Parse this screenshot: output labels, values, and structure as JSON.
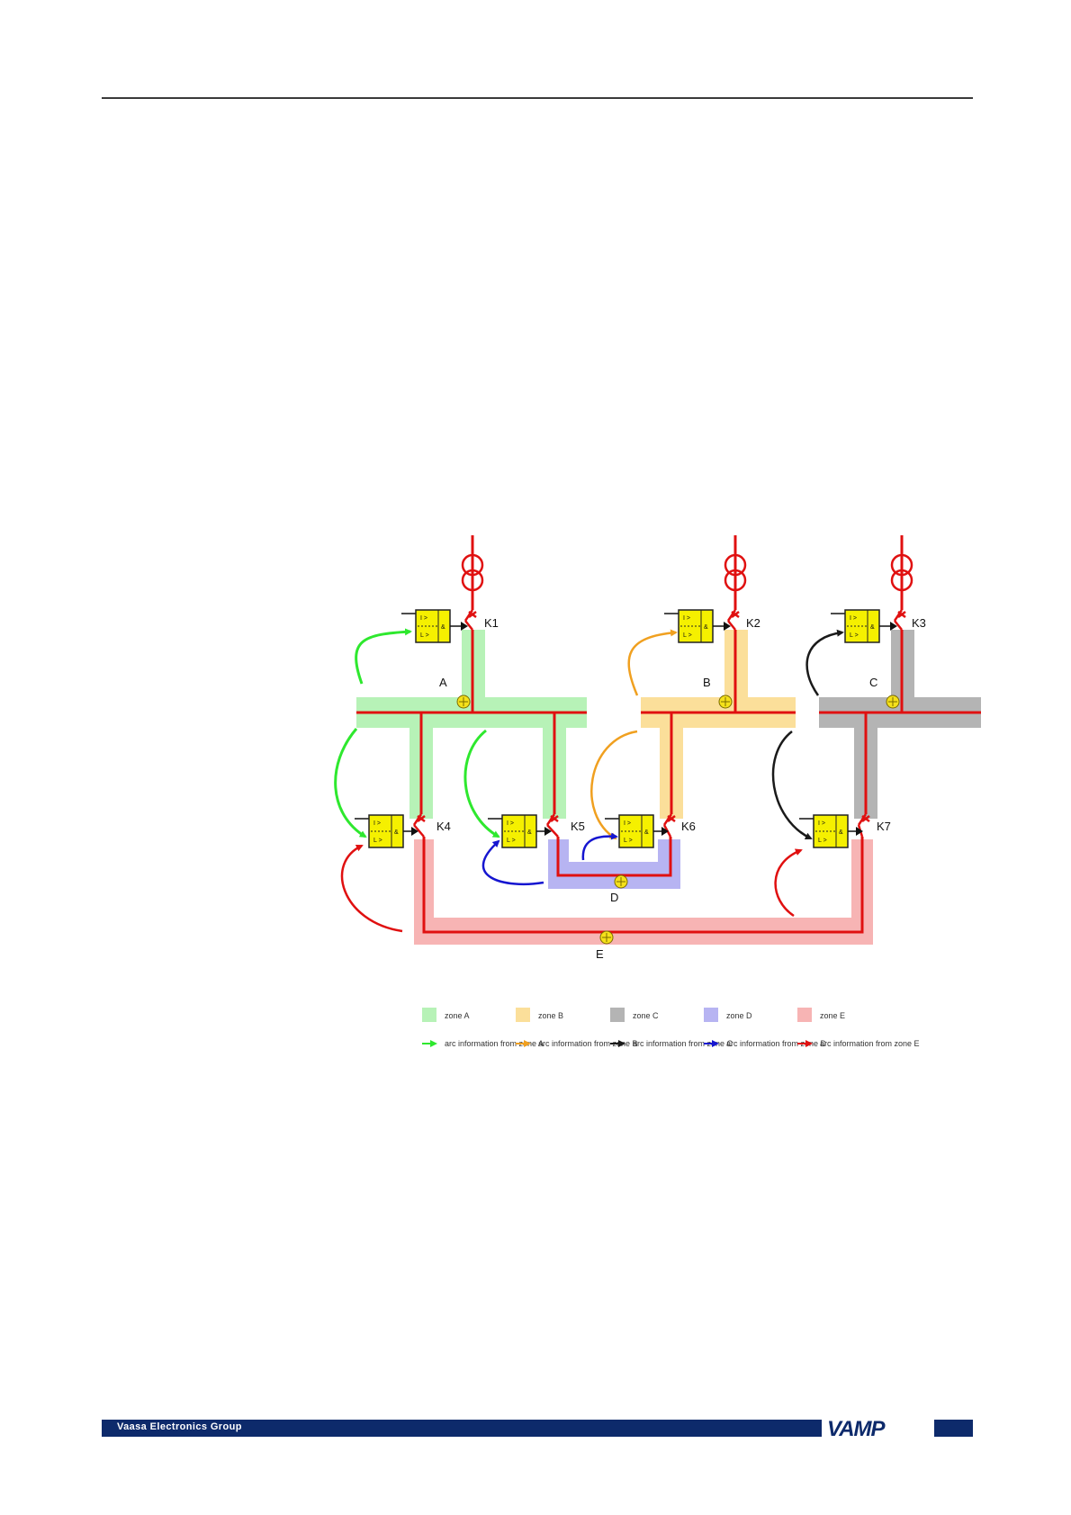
{
  "footer": {
    "company": "Vaasa Electronics Group",
    "logo_text": "VAMP"
  },
  "diagram": {
    "breakers": [
      "K1",
      "K2",
      "K3",
      "K4",
      "K5",
      "K6",
      "K7"
    ],
    "zones": [
      {
        "id": "A",
        "color": "#b7f2b7",
        "arrow_color": "#2ee82e"
      },
      {
        "id": "B",
        "color": "#fbdf9a",
        "arrow_color": "#f0a020"
      },
      {
        "id": "C",
        "color": "#b4b4b4",
        "arrow_color": "#1a1a1a"
      },
      {
        "id": "D",
        "color": "#b7b4f2",
        "arrow_color": "#1515d0"
      },
      {
        "id": "E",
        "color": "#f7b4b4",
        "arrow_color": "#e01010"
      }
    ],
    "relay": {
      "overcurrent": "I >",
      "light": "L >",
      "and_gate": "&"
    }
  },
  "legend": [
    {
      "zone_label": "zone A",
      "arrow_label": "arc information from zone A"
    },
    {
      "zone_label": "zone B",
      "arrow_label": "arc information from zone B"
    },
    {
      "zone_label": "zone C",
      "arrow_label": "arc information from zone C"
    },
    {
      "zone_label": "zone D",
      "arrow_label": "arc information from zone D"
    },
    {
      "zone_label": "zone E",
      "arrow_label": "arc information from zone E"
    }
  ]
}
